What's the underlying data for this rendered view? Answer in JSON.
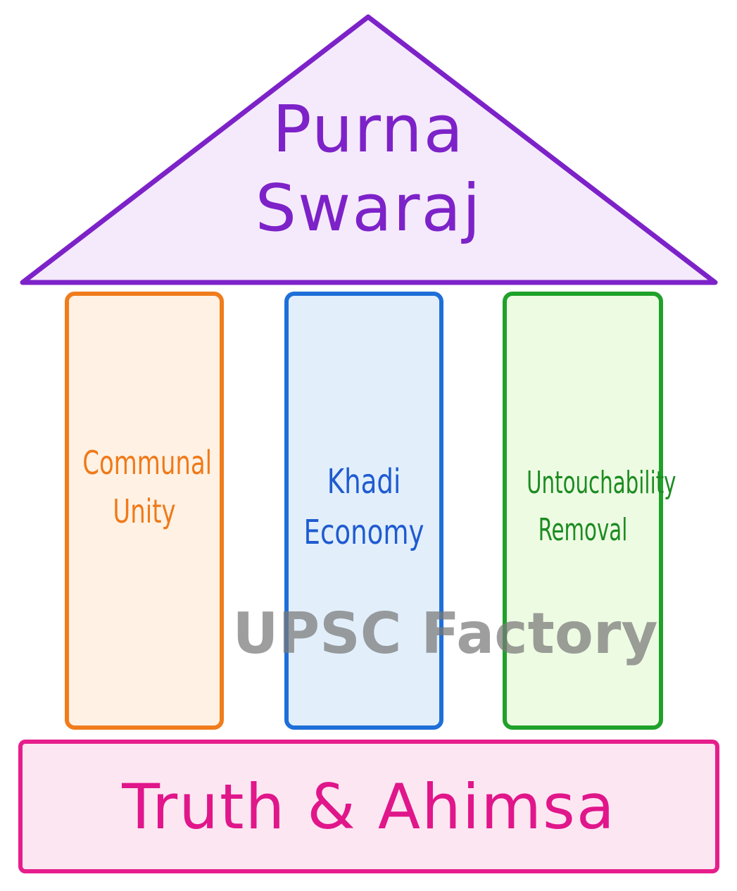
{
  "roof": {
    "line1": "Purna",
    "line2": "Swaraj",
    "color": "#7d22c8",
    "fill": "#f5eafb"
  },
  "pillars": [
    {
      "line1": "Communal",
      "line2": "Unity",
      "color": "#f07c1c"
    },
    {
      "line1": "Khadi",
      "line2": "Economy",
      "color": "#1e6fd8"
    },
    {
      "line1": "Untouchability",
      "line2": "Removal",
      "color": "#1fa12a"
    }
  ],
  "base": {
    "label": "Truth & Ahimsa",
    "color": "#e61e8c"
  },
  "watermark": "UPSC Factory"
}
